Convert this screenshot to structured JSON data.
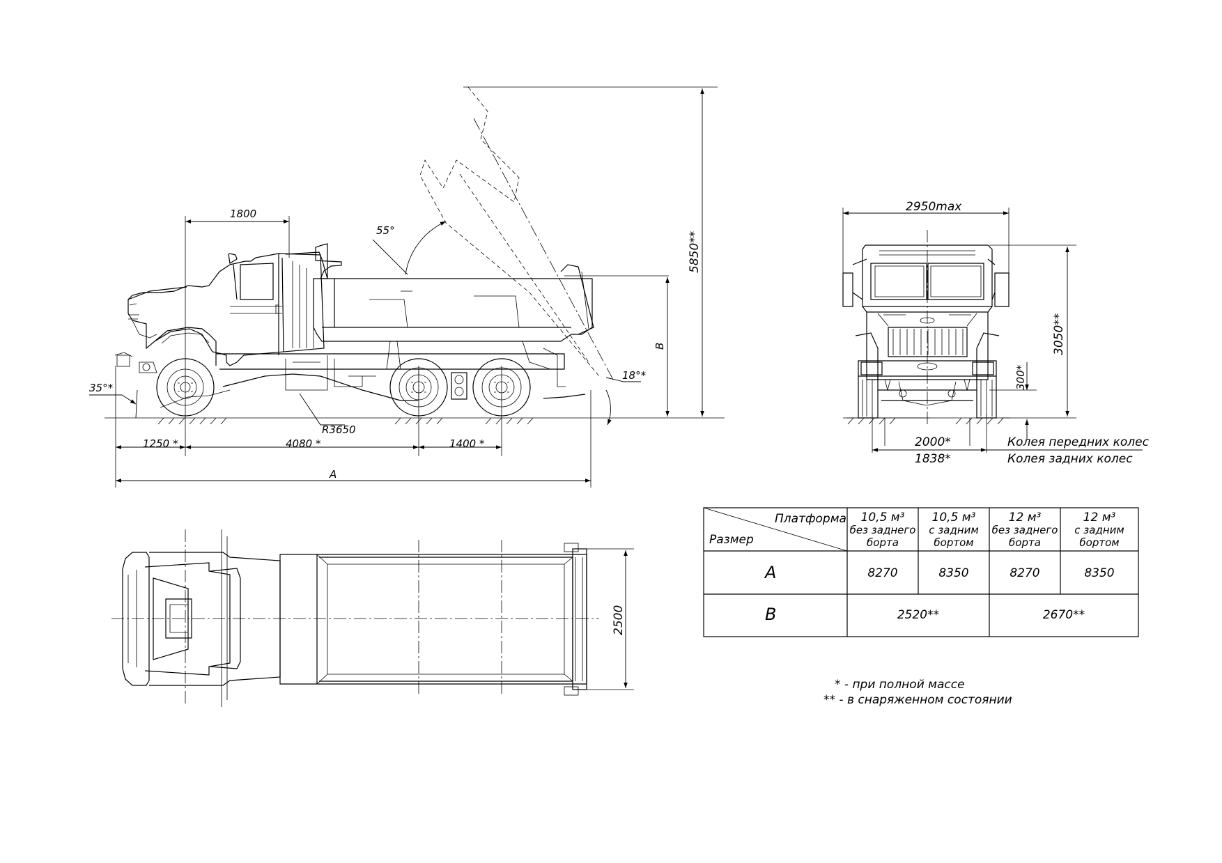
{
  "side_view": {
    "dims": {
      "cab_1800": "1800",
      "h_5850": "5850**",
      "angle_55": "55°",
      "label_b": "B",
      "angle_35": "35°*",
      "angle_18": "18°*",
      "radius": "R3650",
      "front_overhang": "1250 *",
      "wheelbase": "4080 *",
      "bogie": "1400 *",
      "label_a": "A"
    }
  },
  "front_view": {
    "dims": {
      "width_max": "2950max",
      "height": "3050**",
      "clearance": "300*",
      "track_front_val": "2000*",
      "track_rear_val": "1838*",
      "track_front_label": "Колея передних колес",
      "track_rear_label": "Колея задних колес"
    }
  },
  "top_view": {
    "dims": {
      "width": "2500"
    }
  },
  "spec_table": {
    "header_platform": "Платформа",
    "header_size": "Размер",
    "columns": [
      {
        "l1": "10,5 м³",
        "l2": "без заднего",
        "l3": "борта"
      },
      {
        "l1": "10,5 м³",
        "l2": "с задним",
        "l3": "бортом"
      },
      {
        "l1": "12 м³",
        "l2": "без заднего",
        "l3": "борта"
      },
      {
        "l1": "12 м³",
        "l2": "с задним",
        "l3": "бортом"
      }
    ],
    "row_a": {
      "label": "A",
      "values": [
        "8270",
        "8350",
        "8270",
        "8350"
      ]
    },
    "row_b": {
      "label": "B",
      "values": [
        "2520**",
        "2670**"
      ]
    }
  },
  "notes": [
    "* - при полной массе",
    "** - в снаряженном состоянии"
  ]
}
